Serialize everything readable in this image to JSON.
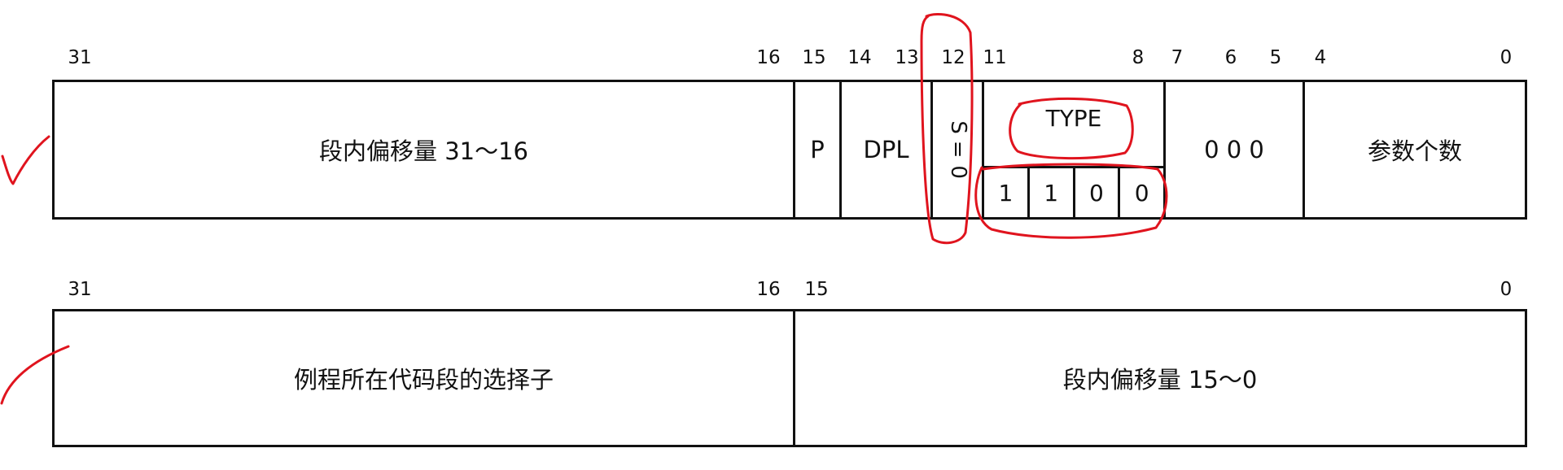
{
  "row1": {
    "bits": [
      "31",
      "16",
      "15",
      "14",
      "13",
      "12",
      "11",
      "8",
      "7",
      "6",
      "5",
      "4",
      "0"
    ],
    "cells": {
      "offset_high": "段内偏移量 31～16",
      "p": "P",
      "dpl": "DPL",
      "s_field": [
        "S",
        "=",
        "0"
      ],
      "type_label": "TYPE",
      "type_bits": [
        "1",
        "1",
        "0",
        "0"
      ],
      "zeros": "0 0 0",
      "param_count": "参数个数"
    }
  },
  "row2": {
    "bits": [
      "31",
      "16",
      "15",
      "0"
    ],
    "cells": {
      "selector": "例程所在代码段的选择子",
      "offset_low": "段内偏移量 15～0"
    }
  },
  "annotation_color": "#e0141e"
}
